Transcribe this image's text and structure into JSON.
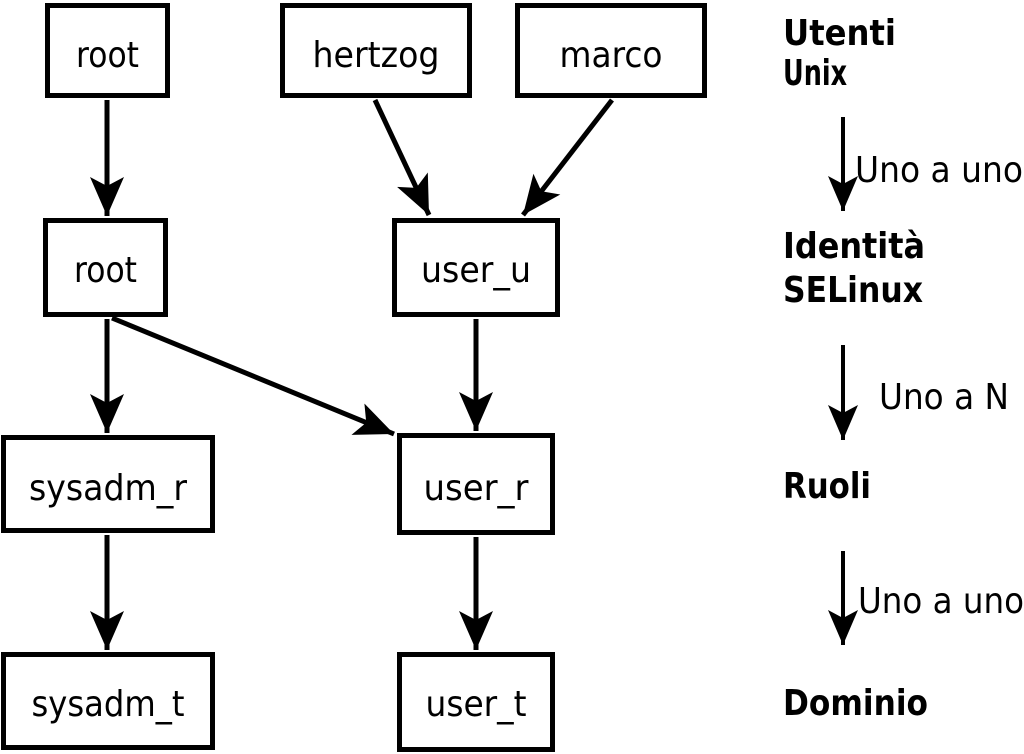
{
  "diagram": {
    "nodes": [
      {
        "id": "unix-root",
        "label": "root"
      },
      {
        "id": "unix-hertzog",
        "label": "hertzog"
      },
      {
        "id": "unix-marco",
        "label": "marco"
      },
      {
        "id": "selinux-root",
        "label": "root"
      },
      {
        "id": "selinux-user_u",
        "label": "user_u"
      },
      {
        "id": "role-sysadm_r",
        "label": "sysadm_r"
      },
      {
        "id": "role-user_r",
        "label": "user_r"
      },
      {
        "id": "domain-sysadm_t",
        "label": "sysadm_t"
      },
      {
        "id": "domain-user_t",
        "label": "user_t"
      }
    ],
    "edges": [
      {
        "from": "unix-root",
        "to": "selinux-root"
      },
      {
        "from": "unix-hertzog",
        "to": "selinux-user_u"
      },
      {
        "from": "unix-marco",
        "to": "selinux-user_u"
      },
      {
        "from": "selinux-root",
        "to": "role-sysadm_r"
      },
      {
        "from": "selinux-root",
        "to": "role-user_r"
      },
      {
        "from": "selinux-user_u",
        "to": "role-user_r"
      },
      {
        "from": "role-sysadm_r",
        "to": "domain-sysadm_t"
      },
      {
        "from": "role-user_r",
        "to": "domain-user_t"
      }
    ]
  },
  "legend": {
    "levels": [
      {
        "line1": "Utenti",
        "line2": "Unix"
      },
      {
        "line1": "Identità",
        "line2": "SELinux"
      },
      {
        "line1": "Ruoli",
        "line2": ""
      },
      {
        "line1": "Dominio",
        "line2": ""
      }
    ],
    "relations": [
      "Uno a uno",
      "Uno a N",
      "Uno a uno"
    ]
  },
  "colors": {
    "background": "#ffffff",
    "line": "#000000",
    "node_fill": "#ffffff"
  }
}
